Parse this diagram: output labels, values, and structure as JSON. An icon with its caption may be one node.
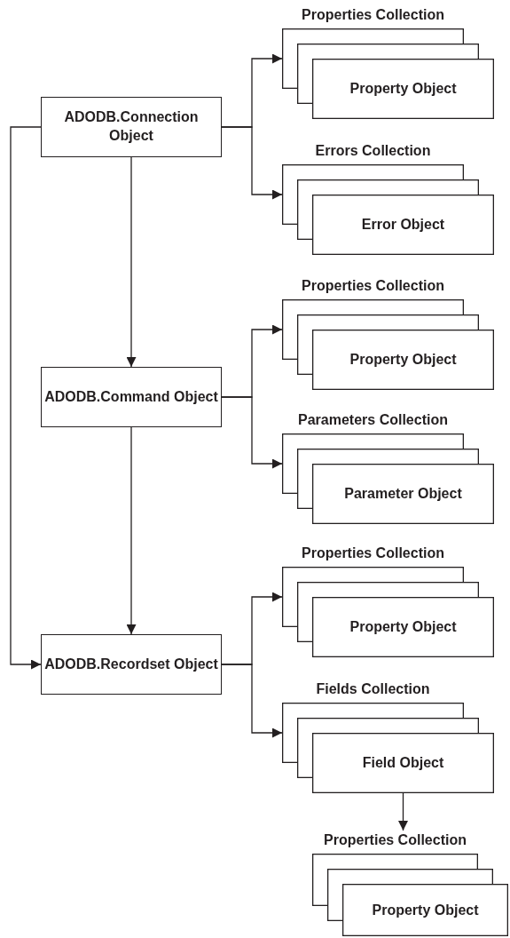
{
  "diagram": {
    "nodes": [
      {
        "text": [
          "ADODB.Connection Object"
        ]
      },
      {
        "text": [
          "Properties Collection",
          "Property Object"
        ]
      },
      {
        "text": [
          "Errors Collection",
          "Error Object"
        ]
      },
      {
        "text": [
          "ADODB.Command Object"
        ]
      },
      {
        "text": [
          "Properties Collection",
          "Property Object"
        ]
      },
      {
        "text": [
          "Parameters Collection",
          "Parameter Object"
        ]
      },
      {
        "text": [
          "ADODB.Recordset Object"
        ]
      },
      {
        "text": [
          "Properties Collection",
          "Property Object"
        ]
      },
      {
        "text": [
          "Fields Collection",
          "Field Object"
        ]
      },
      {
        "text": [
          "Properties Collection",
          "Property Object"
        ]
      }
    ],
    "edges": [
      {
        "from": 0,
        "to": 1,
        "arrow": "to"
      },
      {
        "from": 0,
        "to": 2,
        "arrow": "to"
      },
      {
        "from": 0,
        "to": 3,
        "arrow": "to"
      },
      {
        "from": 0,
        "to": 6,
        "arrow": "to"
      },
      {
        "from": 3,
        "to": 4,
        "arrow": "to"
      },
      {
        "from": 3,
        "to": 5,
        "arrow": "to"
      },
      {
        "from": 3,
        "to": 6,
        "arrow": "to"
      },
      {
        "from": 6,
        "to": 7,
        "arrow": "to"
      },
      {
        "from": 6,
        "to": 8,
        "arrow": "to"
      },
      {
        "from": 8,
        "to": 9,
        "arrow": "to"
      }
    ]
  }
}
